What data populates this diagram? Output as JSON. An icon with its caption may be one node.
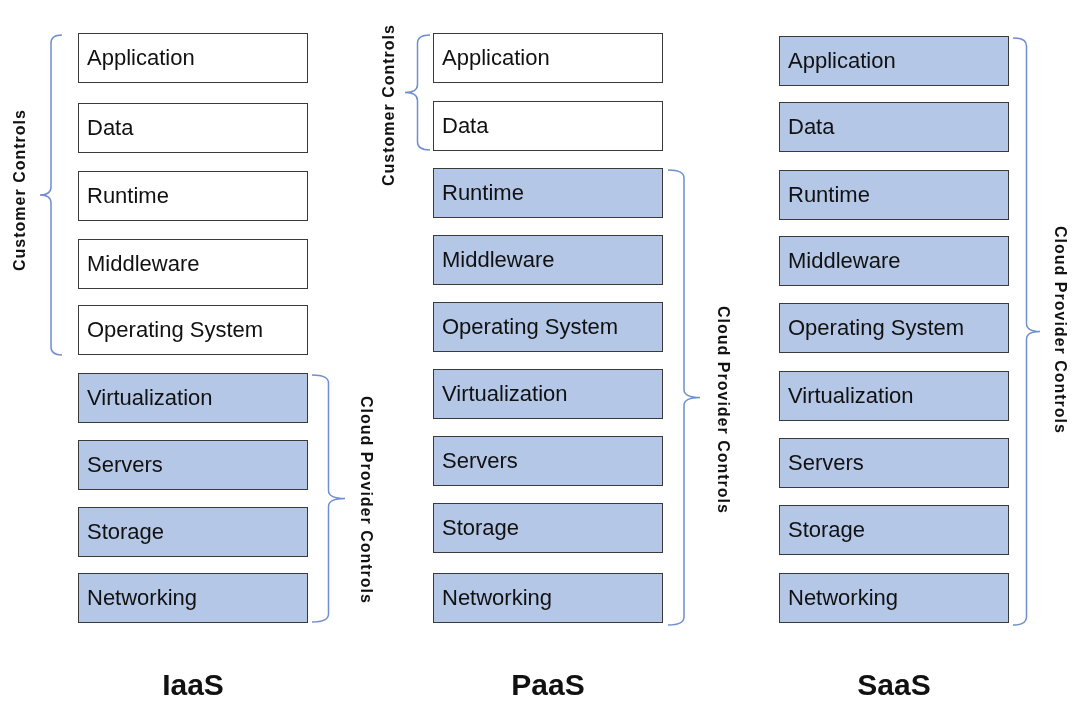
{
  "diagram": {
    "nodes": [
      {
        "text": [
          "Application"
        ]
      },
      {
        "text": [
          "Data"
        ]
      },
      {
        "text": [
          "Runtime"
        ]
      },
      {
        "text": [
          "Middleware"
        ]
      },
      {
        "text": [
          "Operating System"
        ]
      },
      {
        "text": [
          "Virtualization"
        ]
      },
      {
        "text": [
          "Servers"
        ]
      },
      {
        "text": [
          "Storage"
        ]
      },
      {
        "text": [
          "Networking"
        ]
      },
      {
        "text": [
          "Application"
        ]
      },
      {
        "text": [
          "Data"
        ]
      },
      {
        "text": [
          "Runtime"
        ]
      },
      {
        "text": [
          "Middleware"
        ]
      },
      {
        "text": [
          "Operating System"
        ]
      },
      {
        "text": [
          "Virtualization"
        ]
      },
      {
        "text": [
          "Servers"
        ]
      },
      {
        "text": [
          "Storage"
        ]
      },
      {
        "text": [
          "Networking"
        ]
      },
      {
        "text": [
          "Application"
        ]
      },
      {
        "text": [
          "Data"
        ]
      },
      {
        "text": [
          "Runtime"
        ]
      },
      {
        "text": [
          "Middleware"
        ]
      },
      {
        "text": [
          "Operating System"
        ]
      },
      {
        "text": [
          "Virtualization"
        ]
      },
      {
        "text": [
          "Servers"
        ]
      },
      {
        "text": [
          "Storage"
        ]
      },
      {
        "text": [
          "Networking"
        ]
      }
    ],
    "labels": [
      "Customer Controls",
      "Customer Controls",
      "Cloud Provider Controls",
      "Cloud Provider Controls",
      "Cloud Provider Controls",
      "IaaS",
      "PaaS",
      "SaaS"
    ]
  }
}
